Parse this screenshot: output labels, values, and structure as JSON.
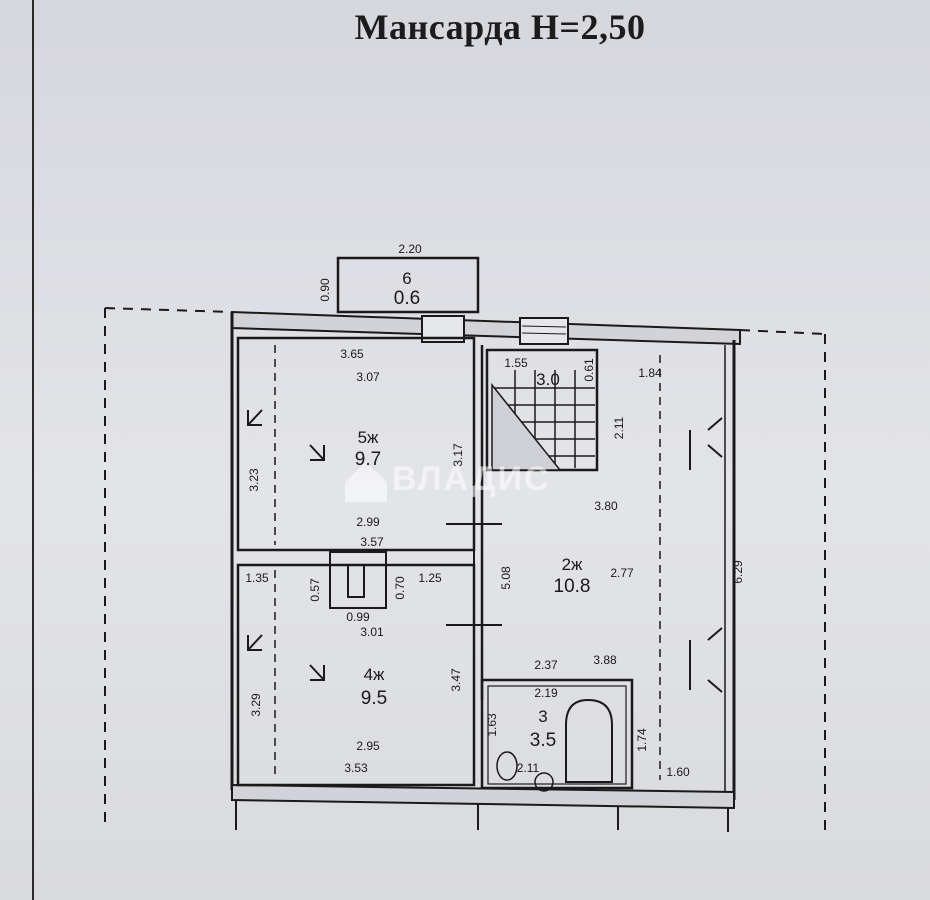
{
  "title": "Мансарда  H=2,50",
  "watermark": "ВЛАДИС",
  "rooms": [
    {
      "id": "6",
      "number": "6",
      "area": "0.6"
    },
    {
      "id": "5",
      "number": "5ж",
      "area": "9.7"
    },
    {
      "id": "3top",
      "number": "3.0",
      "area": ""
    },
    {
      "id": "2",
      "number": "2ж",
      "area": "10.8"
    },
    {
      "id": "4",
      "number": "4ж",
      "area": "9.5"
    },
    {
      "id": "3",
      "number": "3",
      "area": "3.5"
    }
  ],
  "dimensions": {
    "d220": "2.20",
    "d090": "0.90",
    "d365": "3.65",
    "d307": "3.07",
    "d323": "3.23",
    "d317": "3.17",
    "d299": "2.99",
    "d357": "3.57",
    "d155": "1.55",
    "d061": "0.61",
    "d184": "1.84",
    "d211": "2.11",
    "d380": "3.80",
    "d508": "5.08",
    "d277": "2.77",
    "d629": "6.29",
    "d135": "1.35",
    "d057": "0.57",
    "d070": "0.70",
    "d125": "1.25",
    "d099": "0.99",
    "d301": "3.01",
    "d347": "3.47",
    "d329": "3.29",
    "d295": "2.95",
    "d353": "3.53",
    "d237": "2.37",
    "d388": "3.88",
    "d219": "2.19",
    "d163": "1.63",
    "d174": "1.74",
    "d211b": "2.11",
    "d160": "1.60"
  }
}
